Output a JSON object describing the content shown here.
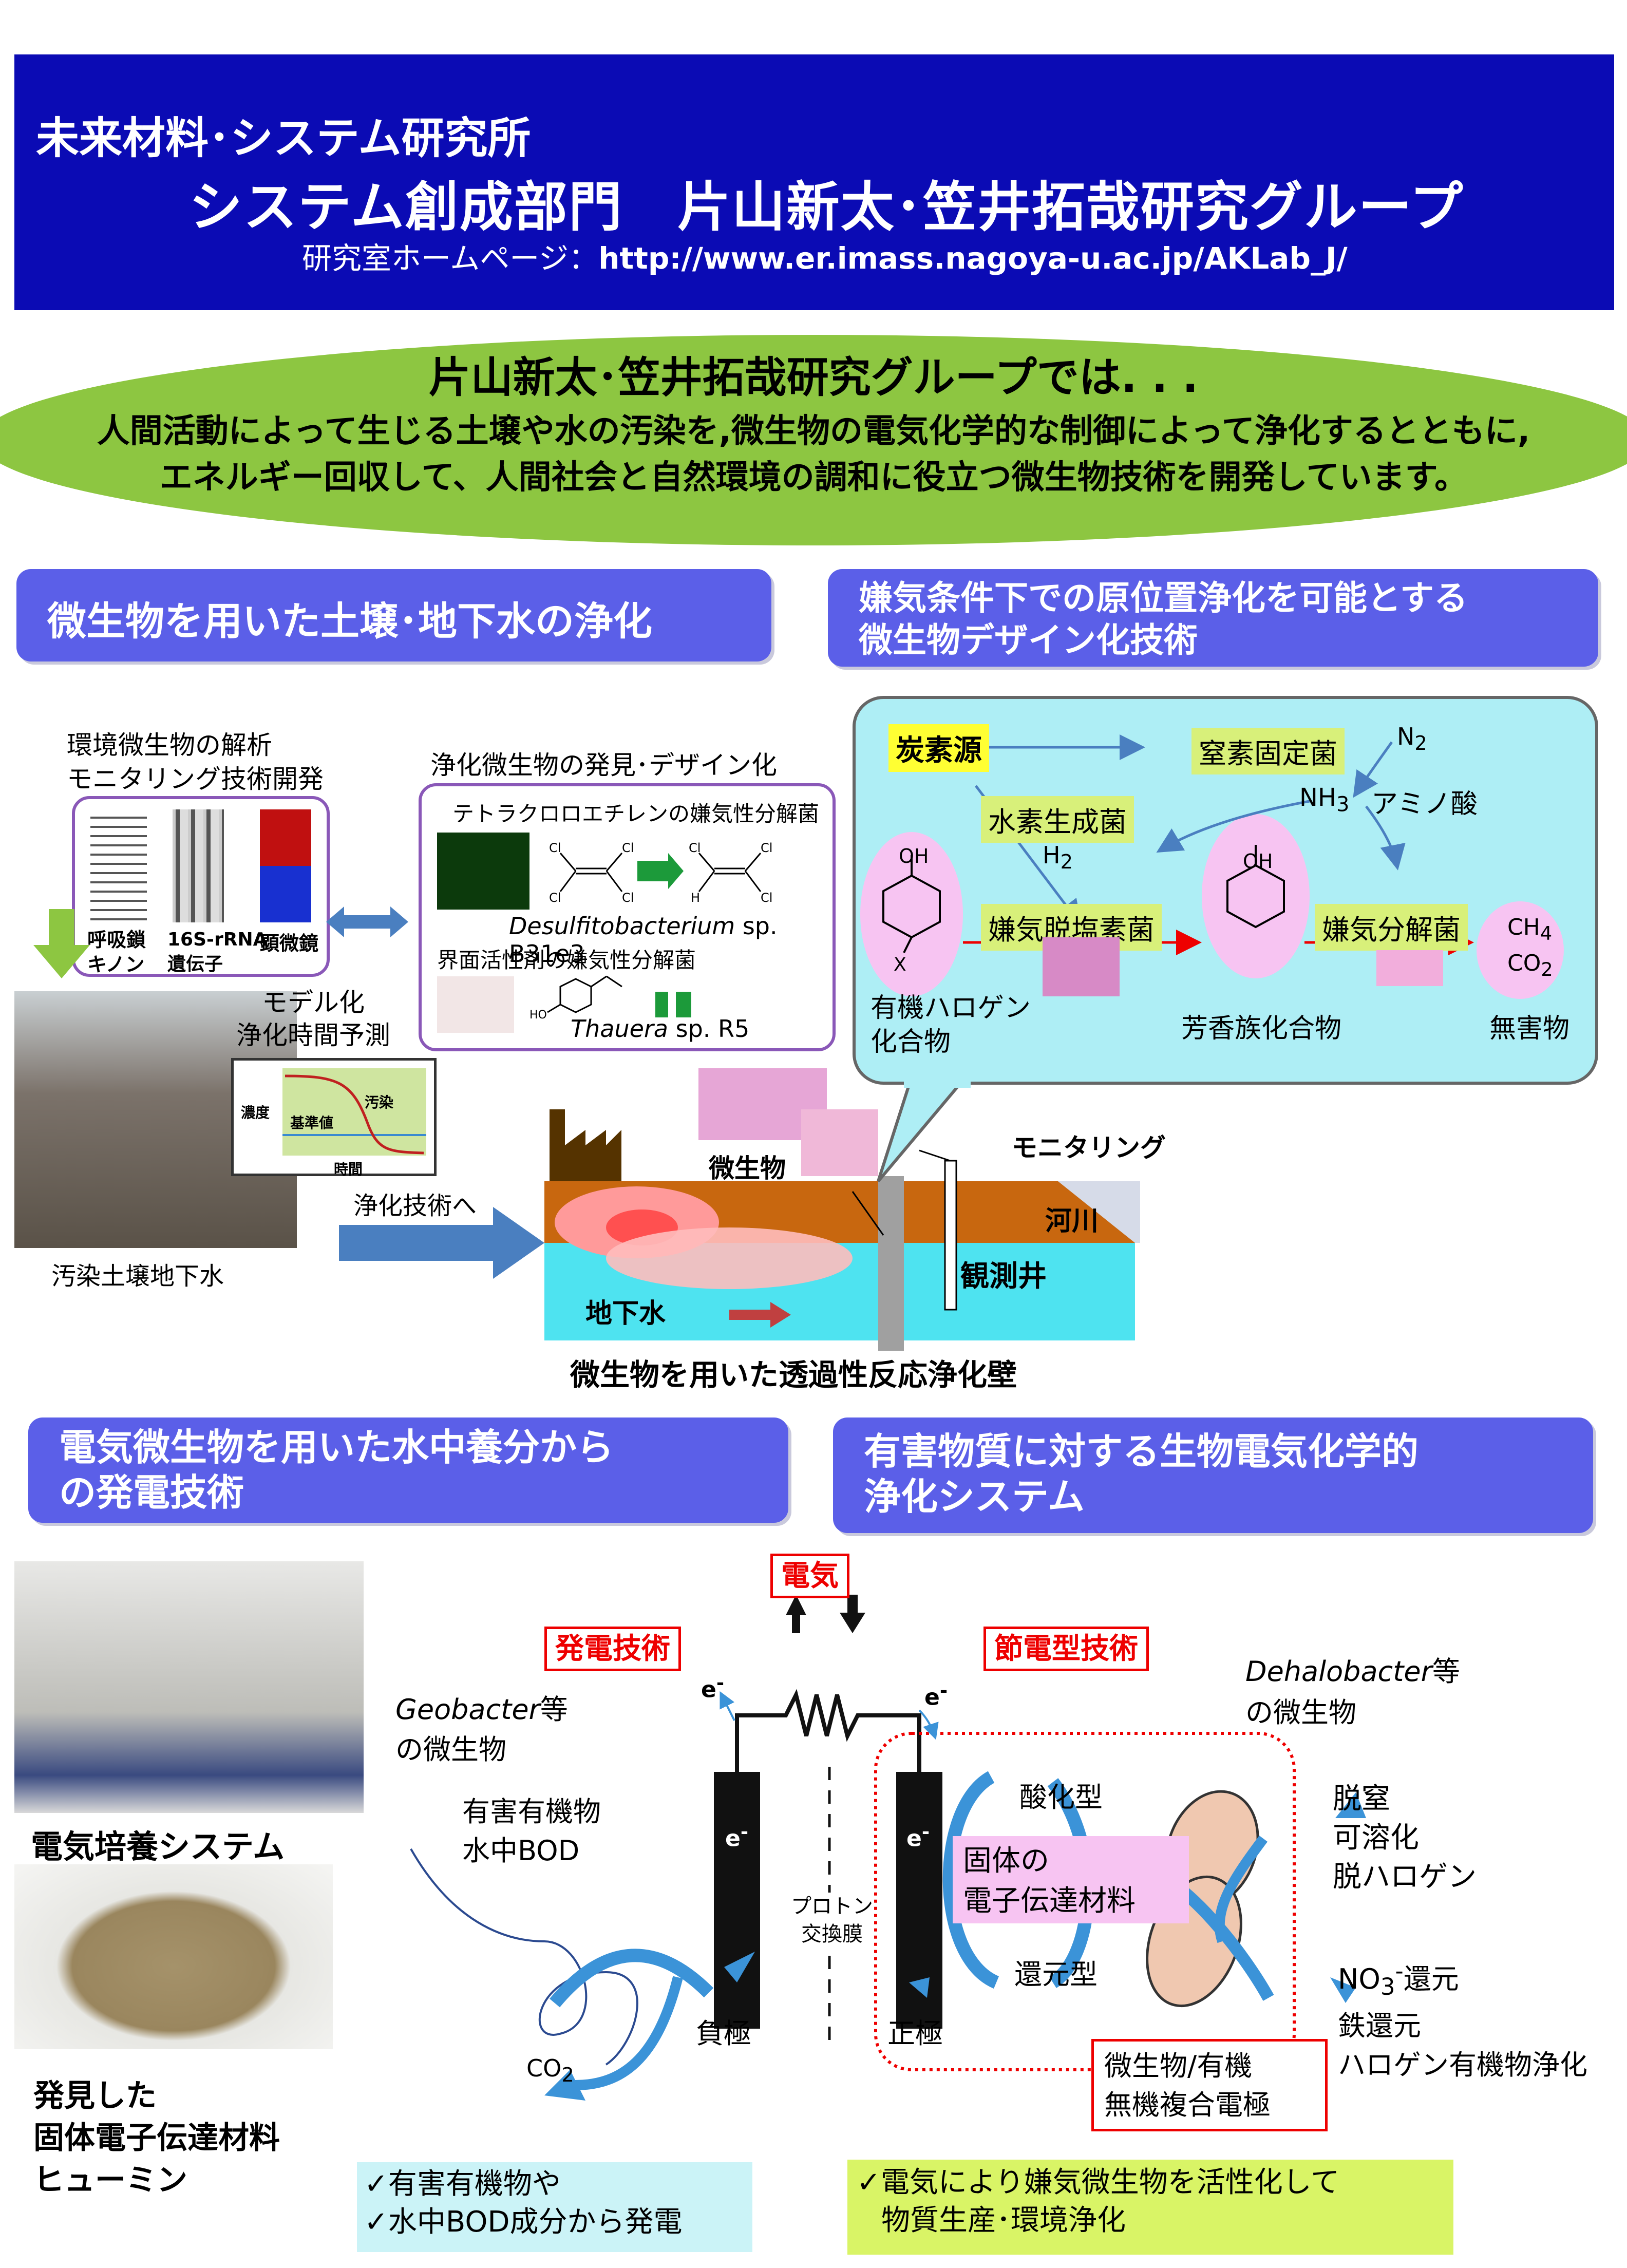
{
  "header": {
    "institute": "未来材料･システム研究所",
    "group": "システム創成部門　片山新太･笠井拓哉研究グループ",
    "homepage_label": "研究室ホームページ：",
    "homepage_url": "http://www.er.imass.nagoya-u.ac.jp/AKLab_J/"
  },
  "intro": {
    "title": "片山新太･笠井拓哉研究グループでは. . .",
    "line1": "人間活動によって生じる土壌や水の汚染を,微生物の電気化学的な制御によって浄化するとともに,",
    "line2": "エネルギー回収して、人間社会と自然環境の調和に役立つ微生物技術を開発しています。"
  },
  "sections": {
    "soil": "微生物を用いた土壌･地下水の浄化",
    "anaerobic_1": "嫌気条件下での原位置浄化を可能とする",
    "anaerobic_2": "微生物デザイン化技術",
    "power_1": "電気微生物を用いた水中養分から",
    "power_2": "の発電技術",
    "bioelectro_1": "有害物質に対する生物電気化学的",
    "bioelectro_2": "浄化システム"
  },
  "soil_panel": {
    "analysis_1": "環境微生物の解析",
    "analysis_2": "モニタリング技術開発",
    "gel_label_1a": "呼吸鎖",
    "gel_label_1b": "キノン",
    "gel_label_2a": "16S-rRNA",
    "gel_label_2b": "遺伝子",
    "gel_label_3": "顕微鏡",
    "discovery": "浄化微生物の発見･デザイン化",
    "pce_bacteria": "テトラクロロエチレンの嫌気性分解菌",
    "desulfito": "Desulfitobacterium",
    "desulfito_sp": " sp. B31e3",
    "surfactant": "界面活性剤の嫌気性分解菌",
    "thauera": "Thauera",
    "thauera_sp": " sp. R5",
    "model_1": "モデル化",
    "model_2": "浄化時間予測",
    "graph_conc": "濃度",
    "graph_std": "基準値",
    "graph_pollution": "汚染",
    "graph_time": "時間",
    "polluted_site": "汚染土壌地下水",
    "to_tech": "浄化技術へ",
    "microbes": "微生物",
    "monitoring": "モニタリング",
    "river": "河川",
    "well": "観測井",
    "groundwater": "地下水",
    "prb": "微生物を用いた透過性反応浄化壁"
  },
  "pathway": {
    "carbon": "炭素源",
    "n_fix": "窒素固定菌",
    "n2": "N",
    "n2_sub": "2",
    "nh3": "NH",
    "nh3_sub": "3",
    "amino": "アミノ酸",
    "h2_producer": "水素生成菌",
    "h2": "H",
    "h2_sub": "2",
    "dehalo": "嫌気脱塩素菌",
    "degrader": "嫌気分解菌",
    "oh1": "OH",
    "oh2": "OH",
    "x": "X",
    "ch4": "CH",
    "ch4_sub": "4",
    "co2": "CO",
    "co2_sub": "2",
    "organohalogen_1": "有機ハロゲン",
    "organohalogen_2": "化合物",
    "aromatic": "芳香族化合物",
    "harmless": "無害物"
  },
  "power_panel": {
    "culture_system": "電気培養システム",
    "found_1": "発見した",
    "found_2": "固体電子伝達材料",
    "found_3": "ヒューミン",
    "check_1": "✓有害有機物や",
    "check_2": "✓水中BOD成分から発電"
  },
  "bes": {
    "electricity": "電気",
    "power_gen": "発電技術",
    "power_save": "節電型技術",
    "e_minus": "e",
    "e_sup": "-",
    "geobacter": "Geobacter",
    "geobacter_suffix": "等",
    "microbes": "の微生物",
    "organics_1": "有害有機物",
    "organics_2": "水中BOD",
    "co2": "CO",
    "co2_sub": "2",
    "anode": "負極",
    "cathode": "正極",
    "membrane_1": "プロトン",
    "membrane_2": "交換膜",
    "oxidized": "酸化型",
    "reduced": "還元型",
    "solid_1": "固体の",
    "solid_2": "電子伝達材料",
    "dehalobacter": "Dehalobacter",
    "dehalobacter_suffix": "等",
    "microbes2": "の微生物",
    "denitrify": "脱窒",
    "solubilize": "可溶化",
    "dehalogen": "脱ハロゲン",
    "no3": "NO",
    "no3_sub": "3",
    "no3_sup": "-",
    "no3_suffix": "還元",
    "iron": "鉄還元",
    "halo_purify": "ハロゲン有機物浄化",
    "composite_1": "微生物/有機",
    "composite_2": "無機複合電極",
    "check_1": "✓電気により嫌気微生物を活性化して",
    "check_2": "物質生産･環境浄化"
  },
  "colors": {
    "header_bg": "#0b0bb4",
    "ellipse": "#8dc641",
    "section_bg": "#5b5fe8",
    "bubble": "#aeeef5",
    "highlight_yellow": "#ffff33",
    "highlight_green": "#d8f07a",
    "accent_red": "#e00000"
  }
}
